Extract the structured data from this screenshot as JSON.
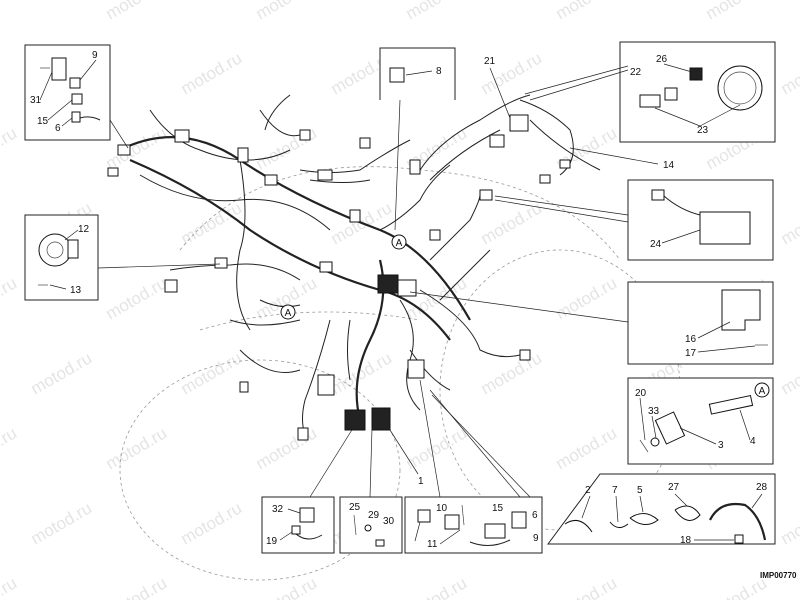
{
  "watermark": "motod.ru",
  "drawing_code": "IMP00770",
  "callout_marker": "A",
  "part_numbers": [
    "1",
    "2",
    "3",
    "4",
    "5",
    "6",
    "7",
    "8",
    "9",
    "10",
    "11",
    "12",
    "13",
    "14",
    "15",
    "16",
    "17",
    "18",
    "19",
    "20",
    "21",
    "22",
    "23",
    "24",
    "25",
    "26",
    "27",
    "28",
    "29",
    "30",
    "31",
    "32",
    "33"
  ],
  "insets": {
    "top_left": [
      "9",
      "31",
      "15",
      "6"
    ],
    "relay_8": [
      "8"
    ],
    "top_right": [
      "21",
      "22",
      "26",
      "23",
      "14"
    ],
    "horn": [
      "12",
      "13"
    ],
    "right_24": [
      "24"
    ],
    "bracket": [
      "16",
      "17"
    ],
    "speed_sensor": [
      "20",
      "33",
      "3",
      "4"
    ],
    "clips": [
      "2",
      "7",
      "5",
      "27",
      "28",
      "18"
    ],
    "bottom_32": [
      "32",
      "19"
    ],
    "bottom_25": [
      "25",
      "29",
      "30"
    ],
    "bottom_mid": [
      "10",
      "15",
      "6",
      "11",
      "9"
    ]
  }
}
